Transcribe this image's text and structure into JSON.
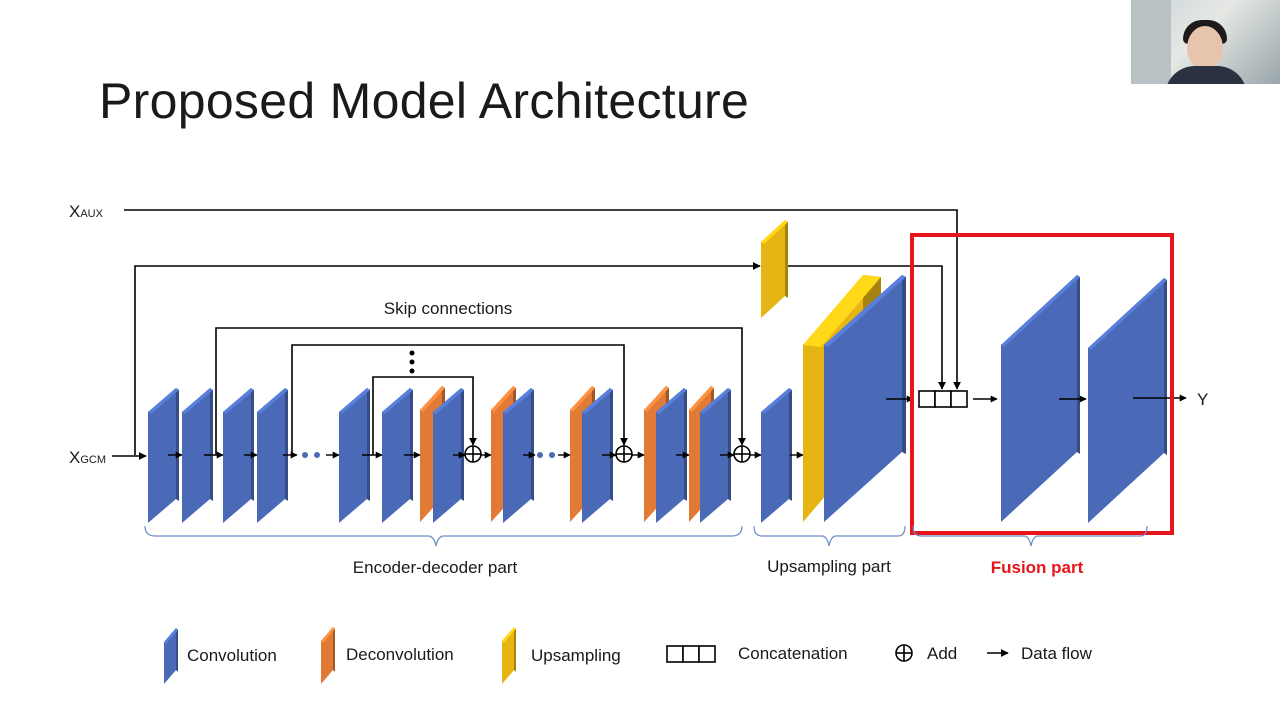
{
  "title": "Proposed Model Architecture",
  "diagram": {
    "inputs": {
      "aux_main": "X",
      "aux_sub": "AUX",
      "gcm_main": "X",
      "gcm_sub": "GCM"
    },
    "output": "Y",
    "skip_label": "Skip connections",
    "parts": {
      "encoder_decoder": "Encoder-decoder part",
      "upsampling": "Upsampling part",
      "fusion": "Fusion part"
    },
    "legend": {
      "convolution": "Convolution",
      "deconvolution": "Deconvolution",
      "upsampling": "Upsampling",
      "concatenation": "Concatenation",
      "add": "Add",
      "data_flow": "Data flow"
    }
  },
  "colors": {
    "convolution": "#4a6ab8",
    "deconvolution": "#e07a35",
    "upsampling": "#e6b413",
    "fusion_box": "#e8141c",
    "fusion_label": "#e8141c",
    "brace": "#6a8cc8"
  }
}
